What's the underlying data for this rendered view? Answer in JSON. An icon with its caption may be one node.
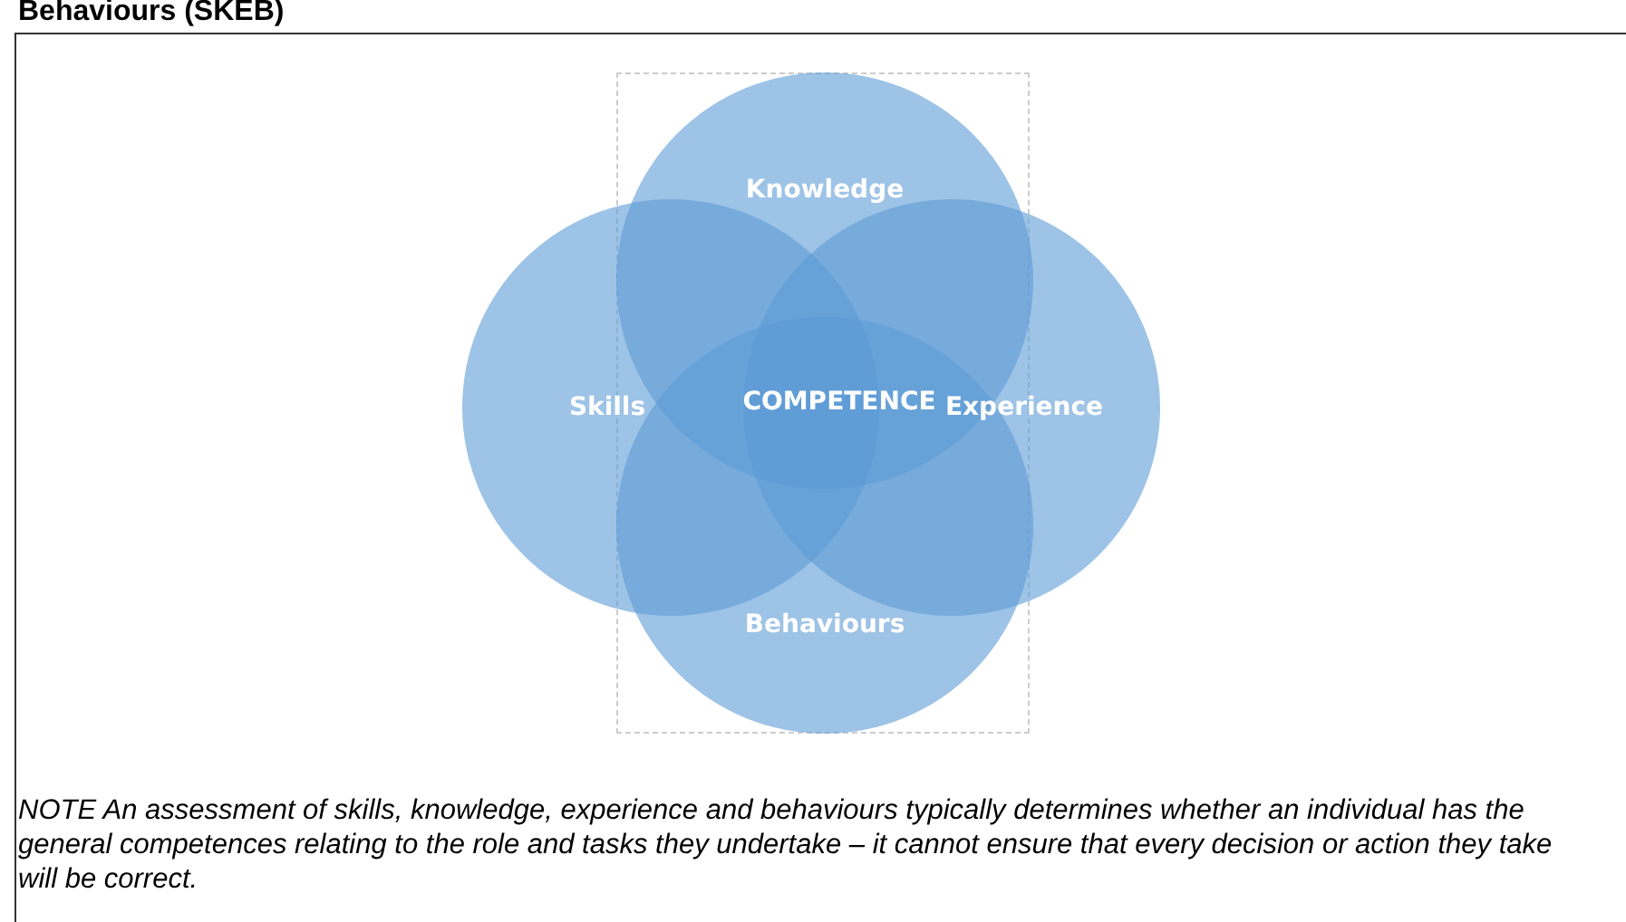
{
  "diagram": {
    "title": "Behaviours (SKEB)",
    "nodes": [
      {
        "text": [
          "Knowledge"
        ]
      },
      {
        "text": [
          "Skills"
        ]
      },
      {
        "text": [
          "Experience"
        ]
      },
      {
        "text": [
          "Behaviours"
        ]
      }
    ],
    "edges": [],
    "labels": [
      "COMPETENCE",
      "NOTE An assessment of skills, knowledge, experience and behaviours typically determines whether an individual has the general competences relating to the role and tasks they undertake – it cannot ensure that every decision or action they take will be correct."
    ]
  }
}
